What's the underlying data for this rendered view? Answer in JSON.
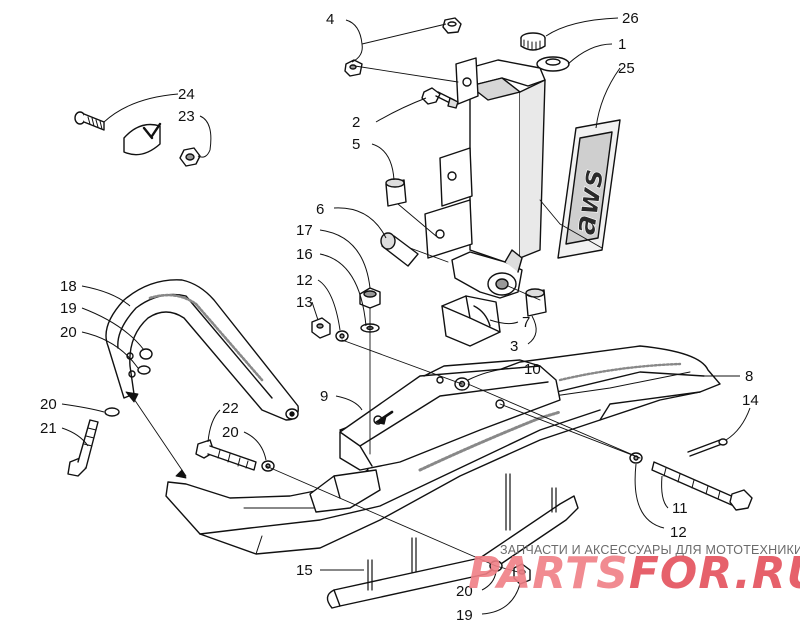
{
  "callouts": [
    {
      "n": "1"
    },
    {
      "n": "2"
    },
    {
      "n": "3"
    },
    {
      "n": "4"
    },
    {
      "n": "5"
    },
    {
      "n": "6"
    },
    {
      "n": "7"
    },
    {
      "n": "8"
    },
    {
      "n": "9"
    },
    {
      "n": "10"
    },
    {
      "n": "11"
    },
    {
      "n": "12"
    },
    {
      "n": "12"
    },
    {
      "n": "13"
    },
    {
      "n": "14"
    },
    {
      "n": "15"
    },
    {
      "n": "16"
    },
    {
      "n": "17"
    },
    {
      "n": "18"
    },
    {
      "n": "19"
    },
    {
      "n": "19"
    },
    {
      "n": "20"
    },
    {
      "n": "20"
    },
    {
      "n": "20"
    },
    {
      "n": "20"
    },
    {
      "n": "21"
    },
    {
      "n": "22"
    },
    {
      "n": "23"
    },
    {
      "n": "24"
    },
    {
      "n": "25"
    },
    {
      "n": "26"
    }
  ],
  "decal": {
    "text": "aws"
  },
  "watermark": {
    "tagline": "ЗАПЧАСТИ И АКСЕССУАРЫ ДЛЯ МОТОТЕХНИКИ",
    "logo_part1": "PARTS",
    "logo_part2": "FOR.RU",
    "color": "#f07f86"
  }
}
